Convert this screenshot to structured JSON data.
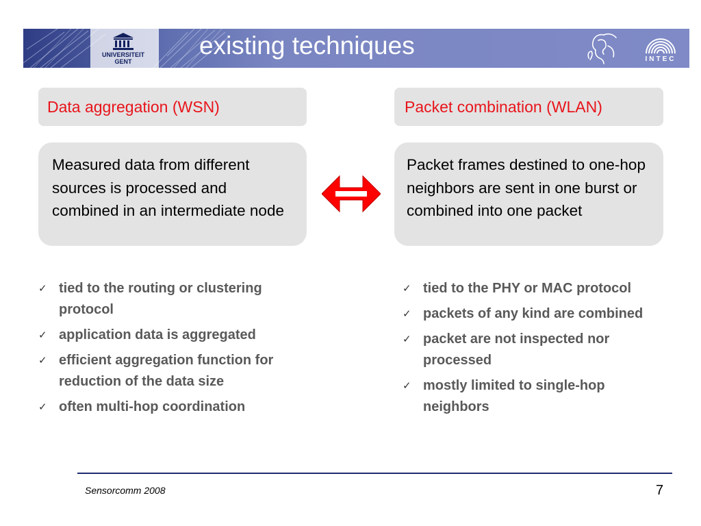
{
  "header": {
    "title": "existing techniques",
    "university_logo_lines": [
      "UNIVERSITEIT",
      "GENT"
    ],
    "intec_logo_text": "INTEC",
    "colors": {
      "banner": "#7f8ac6",
      "accent_red": "#e8141b"
    }
  },
  "left": {
    "heading": "Data aggregation (WSN)",
    "description": "Measured data from different sources is processed and combined in an intermediate node",
    "bullets": [
      "tied to the routing or clustering protocol",
      "application data is aggregated",
      "efficient aggregation function for reduction of the data size",
      "often multi-hop coordination"
    ]
  },
  "right": {
    "heading": "Packet combination (WLAN)",
    "description": "Packet  frames destined to one-hop neighbors are sent in one burst or combined into one packet",
    "bullets": [
      "tied to the PHY or MAC protocol",
      "packets of any kind are combined",
      "packet are not inspected nor processed",
      "mostly limited to single-hop neighbors"
    ]
  },
  "comparison_icon": "double-headed-arrow-icon",
  "bullet_icon": "checkmark-icon",
  "footer": {
    "conference": "Sensorcomm 2008",
    "page_number": "7"
  }
}
